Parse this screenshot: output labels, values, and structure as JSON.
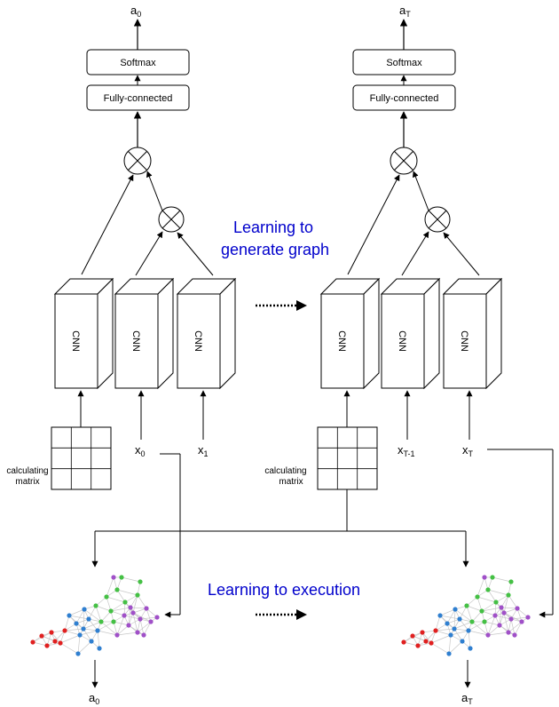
{
  "colors": {
    "title": "#0000cc",
    "stroke": "#000000",
    "graph_red": "#e02020",
    "graph_blue": "#2f7fd0",
    "graph_green": "#44c044",
    "graph_purple": "#a050c8",
    "graph_edge": "#c8c8c8"
  },
  "labels": {
    "softmax": "Softmax",
    "fc": "Fully-connected",
    "cnn": "CNN",
    "calc_line1": "calculating",
    "calc_line2": "matrix",
    "gen_title_line1": "Learning to",
    "gen_title_line2": "generate graph",
    "exec_title": "Learning to execution"
  },
  "left": {
    "out_base": "a",
    "out_sub": "0",
    "in1_base": "x",
    "in1_sub": "0",
    "in2_base": "x",
    "in2_sub": "1",
    "bottom_base": "a",
    "bottom_sub": "0"
  },
  "right": {
    "out_base": "a",
    "out_sub": "T",
    "in1_base": "x",
    "in1_sub": "T-1",
    "in2_base": "x",
    "in2_sub": "T",
    "bottom_base": "a",
    "bottom_sub": "T"
  },
  "icons": [
    "multiply-circle-icon",
    "dotted-arrow-icon",
    "graph-network-icon",
    "grid-matrix-icon"
  ]
}
